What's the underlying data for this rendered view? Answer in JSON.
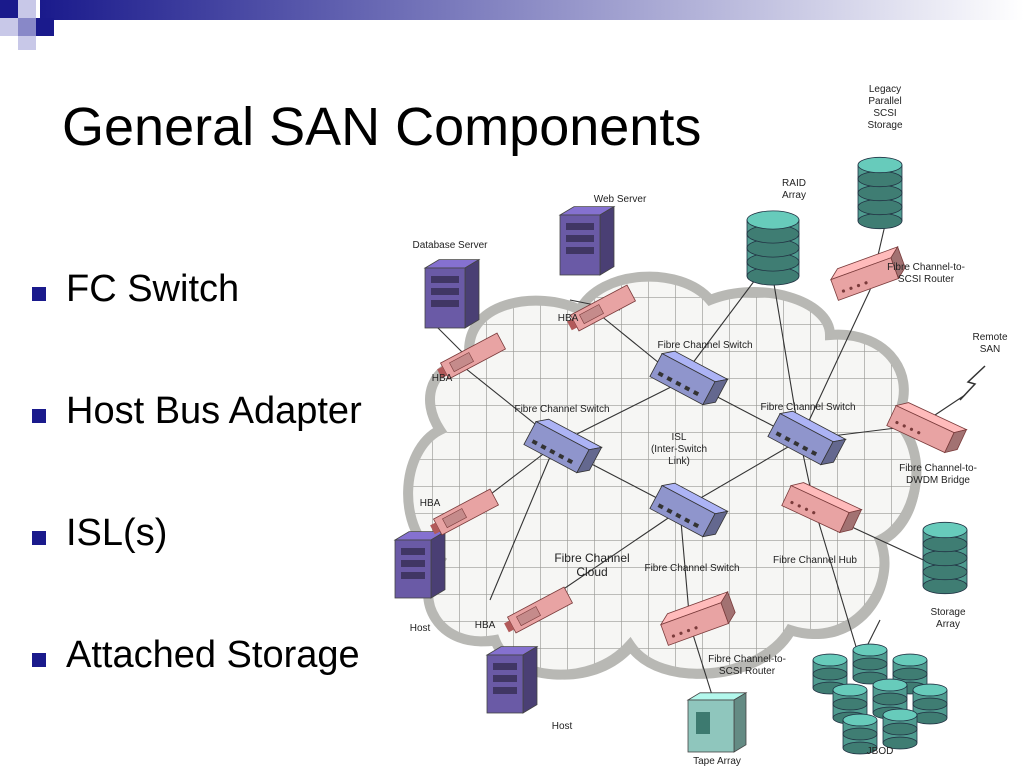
{
  "slide": {
    "title": "General SAN Components",
    "accent_color": "#1a1a8c",
    "bullets": [
      "FC Switch",
      "Host Bus Adapter",
      "ISL(s)",
      "Attached Storage"
    ]
  },
  "diagram": {
    "cloud_label": [
      "Fibre Channel",
      "Cloud"
    ],
    "isl_label": [
      "ISL",
      "(Inter-Switch",
      "Link)"
    ],
    "switch_label": "Fibre Channel Switch",
    "hba_label": "HBA",
    "labels": {
      "database_server": "Database Server",
      "web_server": "Web Server",
      "host": "Host",
      "raid": [
        "RAID",
        "Array"
      ],
      "legacy": [
        "Legacy",
        "Parallel",
        "SCSI",
        "Storage"
      ],
      "router_top": [
        "Fibre Channel-to-",
        "SCSI Router"
      ],
      "remote_san": [
        "Remote",
        "SAN"
      ],
      "dwdm": [
        "Fibre Channel-to-",
        "DWDM Bridge"
      ],
      "hub": "Fibre Channel Hub",
      "storage_array": [
        "Storage",
        "Array"
      ],
      "router_bottom": [
        "Fibre Channel-to-",
        "SCSI Router"
      ],
      "tape": "Tape Array",
      "jbod": "JBOD"
    },
    "colors": {
      "switch": "#8f95cc",
      "hba": "#e8a3a3",
      "server": "#6a5aa6",
      "storage": "#4f9c90",
      "cloud": "#f6f6f4",
      "cloud_edge": "#b8b8b4",
      "line": "#333333"
    }
  }
}
